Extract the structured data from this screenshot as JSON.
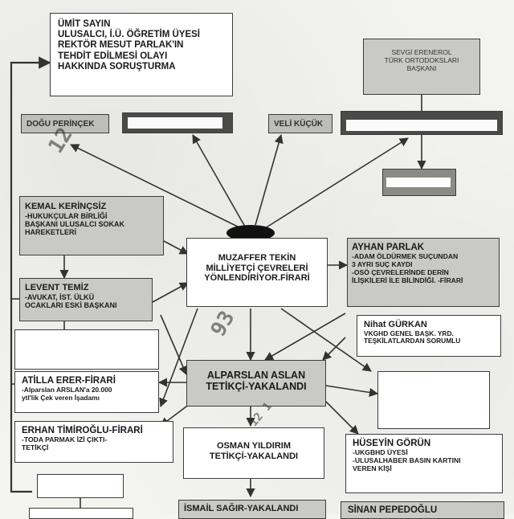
{
  "boxes": {
    "umit": [
      "ÜMİT SAYIN",
      "ULUSALCI, İ.Ü. ÖĞRETİM ÜYESİ",
      "REKTÖR MESUT PARLAK'IN",
      "TEHDİT EDİLMESİ OLAYI",
      "HAKKINDA SORUŞTURMA"
    ],
    "sevgi": [
      "SEVGİ ERENEROL",
      "TÜRK ORTODOKSLARI",
      "BAŞKANI"
    ],
    "dogu": [
      "DOĞU PERİNÇEK"
    ],
    "veli": [
      "VELİ KÜÇÜK"
    ],
    "kemal": [
      "KEMAL KERİNÇSİZ",
      "-HUKUKÇULAR BİRLİĞİ",
      "BAŞKANI ULUSALCI SOKAK",
      "HAREKETLERİ"
    ],
    "muzaffer": [
      "MUZAFFER TEKİN",
      "MİLLİYETÇİ ÇEVRELERİ",
      "YÖNLENDİRİYOR.FİRARİ"
    ],
    "ayhan": [
      "AYHAN PARLAK",
      "-ADAM ÖLDÜRMEK SUÇUNDAN",
      "3 AYRI SUÇ KAYDI",
      "-OSÖ ÇEVRELERİNDE DERİN",
      "İLİŞKİLERİ İLE BİLİNDİĞİ. -FİRARİ"
    ],
    "levent": [
      "LEVENT TEMİZ",
      "-AVUKAT, İST. ÜLKÜ",
      "OCAKLARI ESKİ BAŞKANI"
    ],
    "nihat": [
      "Nihat GÜRKAN",
      "VKGHD GENEL BAŞK. YRD.",
      "TEŞKİLATLARDAN SORUMLU"
    ],
    "alparslan": [
      "ALPARSLAN ASLAN",
      "TETİKÇİ-YAKALANDI"
    ],
    "atilla": [
      "ATİLLA ERER-FİRARİ",
      "-Alparslan ARSLAN'a 20.000",
      "ytl'lik Çek veren İşadamı"
    ],
    "erhan": [
      "ERHAN TİMİROĞLU-FİRARİ",
      "-TODA PARMAK İZİ ÇIKTI-",
      "TETİKÇİ"
    ],
    "osman": [
      "OSMAN YILDIRIM",
      "TETİKÇİ-YAKALANDI"
    ],
    "huseyin": [
      "HÜSEYİN GÖRÜN",
      "-UKGBHD ÜYESİ",
      "-ULUSALHABER BASIN KARTINI",
      "VEREN KİŞİ"
    ],
    "ismail": [
      "İSMAİL SAĞIR-YAKALANDI"
    ],
    "sinan": [
      "SİNAN PEPEDOĞLU"
    ]
  },
  "stamps": {
    "s1": "12",
    "s2": "93",
    "s3": "12 1"
  }
}
